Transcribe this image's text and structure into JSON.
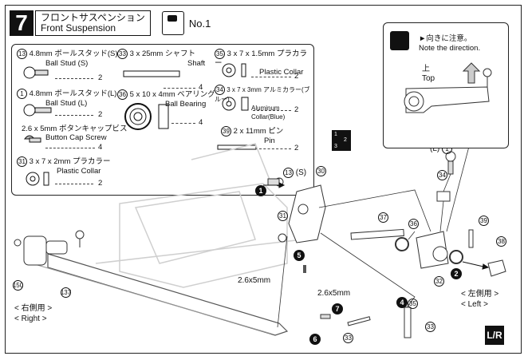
{
  "header": {
    "step_number": "7",
    "title_jp": "フロントサスペンション",
    "title_en": "Front Suspension",
    "bag_label": "No.1"
  },
  "parts": [
    {
      "num": "13",
      "jp": "4.8mm ボールスタッド(S)",
      "en": "Ball Stud (S)",
      "qty": "2"
    },
    {
      "num": "1",
      "jp": "4.8mm ボールスタッド(L)",
      "en": "Ball Stud (L)",
      "qty": "2"
    },
    {
      "num": "",
      "jp": "2.6 x 5mm ボタンキャップビス",
      "en": "Button Cap Screw",
      "qty": "4"
    },
    {
      "num": "31",
      "jp": "3 x 7 x 2mm プラカラー",
      "en": "Plastic Collar",
      "qty": "2"
    },
    {
      "num": "33",
      "jp": "3 x 25mm シャフト",
      "en": "Shaft",
      "qty": "4"
    },
    {
      "num": "36",
      "jp": "5 x 10 x 4mm ベアリング",
      "en": "Ball Bearing",
      "qty": "4"
    },
    {
      "num": "35",
      "jp": "3 x 7 x 1.5mm プラカラー",
      "en": "Plastic Collar",
      "qty": "2"
    },
    {
      "num": "34",
      "jp": "3 x 7 x 3mm アルミカラー(ブルー)",
      "en": "Aluminum Collar(Blue)",
      "qty": "2"
    },
    {
      "num": "39",
      "jp": "2 x 11mm ピン",
      "en": "Pin",
      "qty": "2"
    }
  ],
  "note": {
    "jp": "►向きに注意。",
    "en": "Note the direction.",
    "top_jp": "上",
    "top_en": "Top"
  },
  "callouts": {
    "screw_a": "2.6x5mm",
    "screw_b": "2.6x5mm",
    "ball_stud_s": "(S)",
    "ball_stud_l": "(L)",
    "right_jp": "< 右側用 >",
    "right_en": "< Right >",
    "left_jp": "< 左側用 >",
    "left_en": "< Left >",
    "lr_mark": "L/R",
    "seq_1": "1",
    "seq_2": "2",
    "seq_3": "3"
  },
  "part_numbers": [
    "13",
    "30",
    "31",
    "37",
    "36",
    "32",
    "35",
    "34",
    "1",
    "39",
    "38",
    "33",
    "33",
    "150",
    "137"
  ],
  "step_numbers": [
    "1",
    "2",
    "3",
    "4",
    "5",
    "6",
    "7"
  ]
}
